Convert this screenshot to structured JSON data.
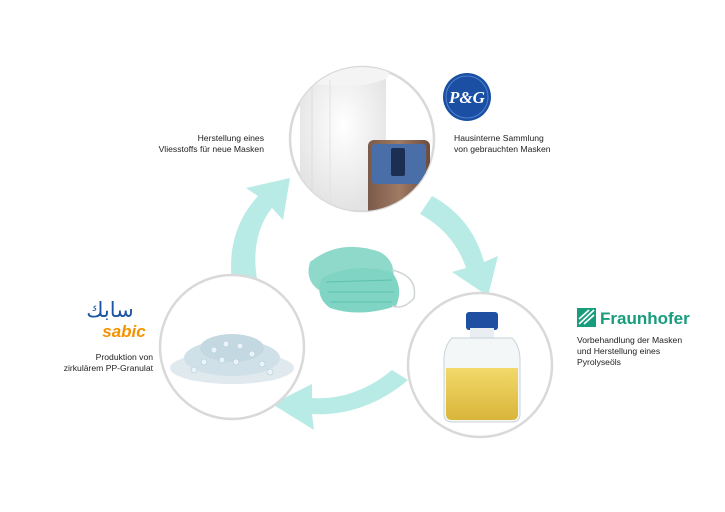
{
  "steps": [
    {
      "id": "nonwoven",
      "caption": "Herstellung eines\nVliesstoffs für neue Masken"
    },
    {
      "id": "collection",
      "caption": "Hausinterne Sammlung\nvon gebrauchten Masken"
    },
    {
      "id": "pyrolysis",
      "caption": "Vorbehandlung der Masken\nund Herstellung eines\nPyrolyseöls"
    },
    {
      "id": "granulate",
      "caption": "Produktion von\nzirkulärem PP-Granulat"
    }
  ],
  "logos": {
    "pg": "P&G",
    "fraunhofer": "Fraunhofer",
    "sabic_arabic": "سابك",
    "sabic_latin": "sabic"
  },
  "colors": {
    "arrow": "#b9ebe6",
    "circle_border": "#d9d9d9",
    "pg_blue": "#1a4fa3",
    "fraunhofer_green": "#179c7d",
    "sabic_blue": "#1b55a5",
    "sabic_orange": "#f39200",
    "mask": "#7fd4c4",
    "oil": "#e6c54a"
  }
}
